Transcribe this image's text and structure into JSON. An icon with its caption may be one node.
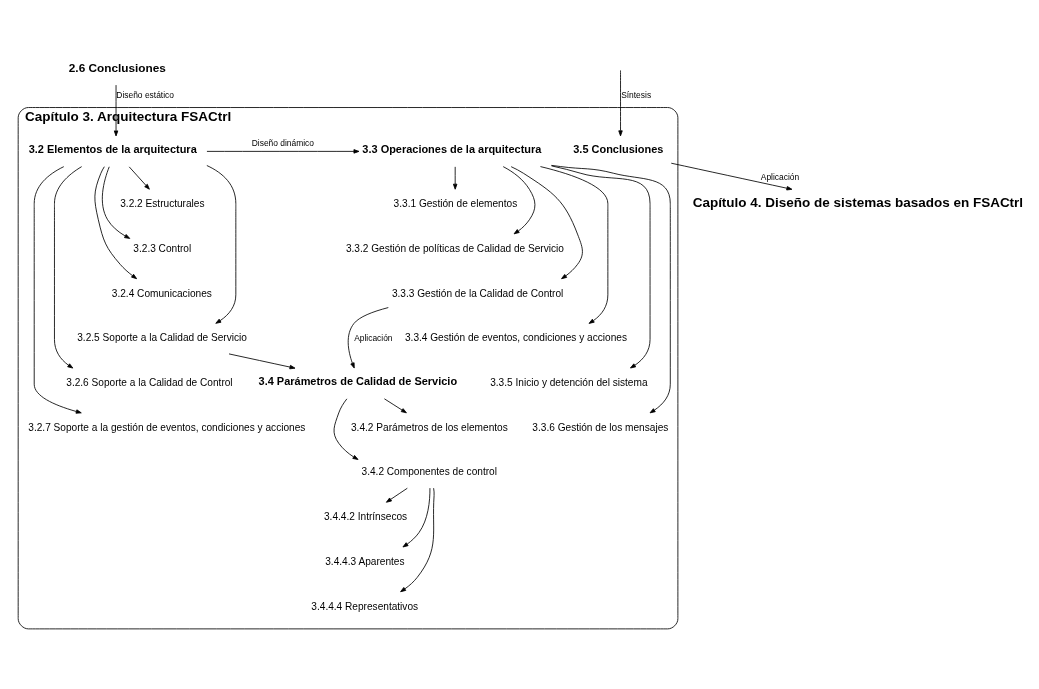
{
  "diagram": {
    "nodes": [
      {
        "text": [
          "2.6 Conclusiones"
        ]
      },
      {
        "text": [
          "Capítulo 3. Arquitectura FSACtrl"
        ]
      },
      {
        "text": [
          "3.2 Elementos de la arquitectura"
        ],
        "in": 1
      },
      {
        "text": [
          "3.2.2 Estructurales"
        ],
        "in": 1
      },
      {
        "text": [
          "3.2.3 Control"
        ],
        "in": 1
      },
      {
        "text": [
          "3.2.4 Comunicaciones"
        ],
        "in": 1
      },
      {
        "text": [
          "3.2.5 Soporte a la Calidad de Servicio"
        ],
        "in": 1
      },
      {
        "text": [
          "3.2.6 Soporte a la Calidad de Control"
        ],
        "in": 1
      },
      {
        "text": [
          "3.2.7 Soporte a la gestión de eventos, condiciones y acciones"
        ],
        "in": 1
      },
      {
        "text": [
          "3.3 Operaciones de la arquitectura"
        ],
        "in": 1
      },
      {
        "text": [
          "3.3.1 Gestión de elementos"
        ],
        "in": 1
      },
      {
        "text": [
          "3.3.2 Gestión de políticas de Calidad de Servicio"
        ],
        "in": 1
      },
      {
        "text": [
          "3.3.3 Gestión de la Calidad de Control"
        ],
        "in": 1
      },
      {
        "text": [
          "3.3.4 Gestión de eventos, condiciones y acciones"
        ],
        "in": 1
      },
      {
        "text": [
          "3.3.5 Inicio y detención del sistema"
        ],
        "in": 1
      },
      {
        "text": [
          "3.3.6 Gestión de los mensajes"
        ],
        "in": 1
      },
      {
        "text": [
          "3.4 Parámetros de Calidad de Servicio"
        ],
        "in": 1
      },
      {
        "text": [
          "3.4.2 Parámetros de los elementos"
        ],
        "in": 1
      },
      {
        "text": [
          "3.4.2 Componentes de control"
        ],
        "in": 1
      },
      {
        "text": [
          "3.4.4.2 Intrínsecos"
        ],
        "in": 1
      },
      {
        "text": [
          "3.4.4.3 Aparentes"
        ],
        "in": 1
      },
      {
        "text": [
          "3.4.4.4 Representativos"
        ],
        "in": 1
      },
      {
        "text": [
          "3.5 Conclusiones"
        ],
        "in": 1
      },
      {
        "text": [
          "Capítulo 4. Diseño de sistemas basados en FSACtrl"
        ]
      }
    ],
    "edges": [
      {
        "from": 0,
        "to": 2,
        "arrow": "to",
        "label": "Diseño estático"
      },
      {
        "from": 2,
        "to": 9,
        "arrow": "to",
        "label": "Diseño dinámico"
      },
      {
        "from": 2,
        "to": 3,
        "arrow": "to"
      },
      {
        "from": 2,
        "to": 4,
        "arrow": "to"
      },
      {
        "from": 2,
        "to": 5,
        "arrow": "to"
      },
      {
        "from": 2,
        "to": 6,
        "arrow": "to"
      },
      {
        "from": 2,
        "to": 7,
        "arrow": "to"
      },
      {
        "from": 2,
        "to": 8,
        "arrow": "to"
      },
      {
        "from": 9,
        "to": 10,
        "arrow": "to"
      },
      {
        "from": 9,
        "to": 11,
        "arrow": "to"
      },
      {
        "from": 9,
        "to": 12,
        "arrow": "to"
      },
      {
        "from": 9,
        "to": 13,
        "arrow": "to"
      },
      {
        "from": 9,
        "to": 14,
        "arrow": "to"
      },
      {
        "from": 9,
        "to": 15,
        "arrow": "to"
      },
      {
        "from": 6,
        "to": 16,
        "arrow": "to"
      },
      {
        "from": 12,
        "to": 16,
        "arrow": "to",
        "label": "Aplicación"
      },
      {
        "from": 16,
        "to": 17,
        "arrow": "to"
      },
      {
        "from": 16,
        "to": 18,
        "arrow": "to"
      },
      {
        "from": 18,
        "to": 19,
        "arrow": "to"
      },
      {
        "from": 18,
        "to": 20,
        "arrow": "to"
      },
      {
        "from": 18,
        "to": 21,
        "arrow": "to"
      },
      {
        "from": null,
        "to": 22,
        "arrow": "to",
        "label": "Síntesis"
      },
      {
        "from": 22,
        "to": 23,
        "arrow": "to",
        "label": "Aplicación"
      }
    ]
  }
}
